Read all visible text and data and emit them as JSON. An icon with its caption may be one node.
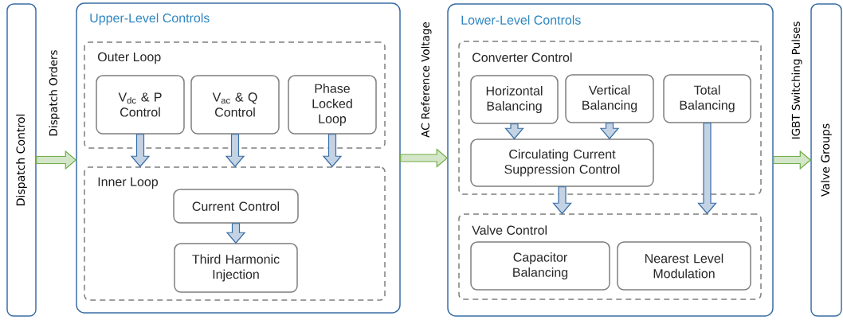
{
  "diagram": {
    "nodes": [
      {
        "text": [
          "Dispatch Control"
        ]
      },
      {
        "text": [
          "Upper-Level Controls"
        ]
      },
      {
        "text": [
          "Outer Loop"
        ],
        "in": 1
      },
      {
        "text": [
          "V$_{dc}$ & P Control"
        ],
        "in": 2
      },
      {
        "text": [
          "V$_{ac}$ & Q Control"
        ],
        "in": 2
      },
      {
        "text": [
          "Phase Locked Loop"
        ],
        "in": 2
      },
      {
        "text": [
          "Inner Loop"
        ],
        "in": 1
      },
      {
        "text": [
          "Current Control"
        ],
        "in": 6
      },
      {
        "text": [
          "Third Harmonic Injection"
        ],
        "in": 6
      },
      {
        "text": [
          "Lower-Level Controls"
        ]
      },
      {
        "text": [
          "Converter Control"
        ],
        "in": 9
      },
      {
        "text": [
          "Horizontal Balancing"
        ],
        "in": 10
      },
      {
        "text": [
          "Vertical Balancing"
        ],
        "in": 10
      },
      {
        "text": [
          "Total Balancing"
        ],
        "in": 10
      },
      {
        "text": [
          "Circulating Current Suppression Control"
        ],
        "in": 10
      },
      {
        "text": [
          "Valve Control"
        ],
        "in": 9
      },
      {
        "text": [
          "Capacitor Balancing"
        ],
        "in": 15
      },
      {
        "text": [
          "Nearest Level Modulation"
        ],
        "in": 15
      },
      {
        "text": [
          "Valve Groups"
        ]
      }
    ],
    "edges": [
      {
        "from": 0,
        "to": 1,
        "arrow": "to",
        "label": "Dispatch Orders",
        "color": "#70ad47"
      },
      {
        "from": 3,
        "to": 6,
        "arrow": "to"
      },
      {
        "from": 4,
        "to": 6,
        "arrow": "to"
      },
      {
        "from": 5,
        "to": 6,
        "arrow": "to"
      },
      {
        "from": 7,
        "to": 8,
        "arrow": "to"
      },
      {
        "from": 1,
        "to": 9,
        "arrow": "to",
        "label": "AC Reference Voltage",
        "color": "#70ad47"
      },
      {
        "from": 11,
        "to": 14,
        "arrow": "to"
      },
      {
        "from": 12,
        "to": 14,
        "arrow": "to"
      },
      {
        "from": 14,
        "to": 15,
        "arrow": "to"
      },
      {
        "from": 13,
        "to": 15,
        "arrow": "to"
      },
      {
        "from": 9,
        "to": 18,
        "arrow": "to",
        "label": "IGBT Switching Pulses",
        "color": "#70ad47"
      }
    ]
  }
}
